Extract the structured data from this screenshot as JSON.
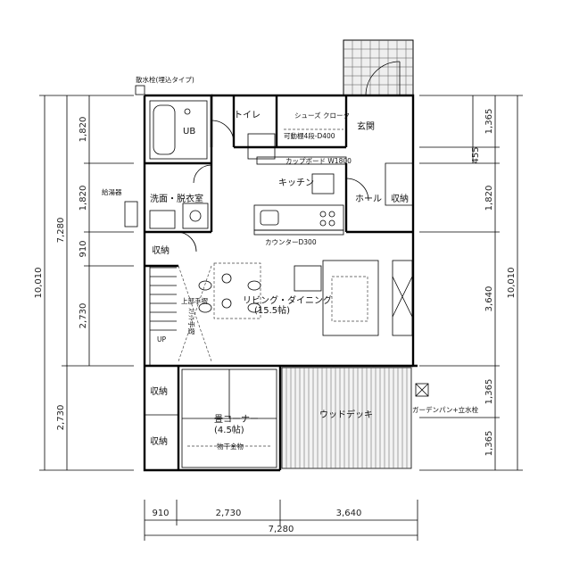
{
  "rooms": {
    "toilet": "トイレ",
    "shoe_closet": "シューズ クローク",
    "shelf": "可動棚4段-D400",
    "entrance": "玄関",
    "wash": "洗面・脱衣室",
    "kitchen": "キッチン",
    "hall": "ホール",
    "storage_hall": "収納",
    "storage_stair": "収納",
    "cupboard": "カップボード W1800",
    "counter": "カウンターD300",
    "living": "リビング・ダイニング",
    "living_size": "(15.5帖)",
    "tatami": "畳コーナー",
    "tatami_size": "(4.5帖)",
    "storage_a": "収納",
    "storage_b": "収納",
    "deck": "ウッドデッキ",
    "drying": "物干金物",
    "ub": "UB",
    "up": "UP",
    "handrail": "上部手摺",
    "handrail2": "ｽﾘｯﾄ手摺",
    "water_heater": "給湯器",
    "faucet": "散水栓(埋込タイプ)",
    "garden": "ガーデンパン+立水栓"
  },
  "dims": {
    "left_outer": "10,010",
    "left_a": "7,280",
    "left_b": "2,730",
    "left_1": "1,820",
    "left_2": "1,820",
    "left_3": "910",
    "left_4": "2,730",
    "right_outer": "10,010",
    "right_1": "1,365",
    "right_2": "455",
    "right_3": "1,820",
    "right_4": "3,640",
    "right_5": "1,365",
    "right_6": "1,365",
    "bottom_1": "910",
    "bottom_2": "2,730",
    "bottom_3": "3,640",
    "bottom_total": "7,280"
  }
}
